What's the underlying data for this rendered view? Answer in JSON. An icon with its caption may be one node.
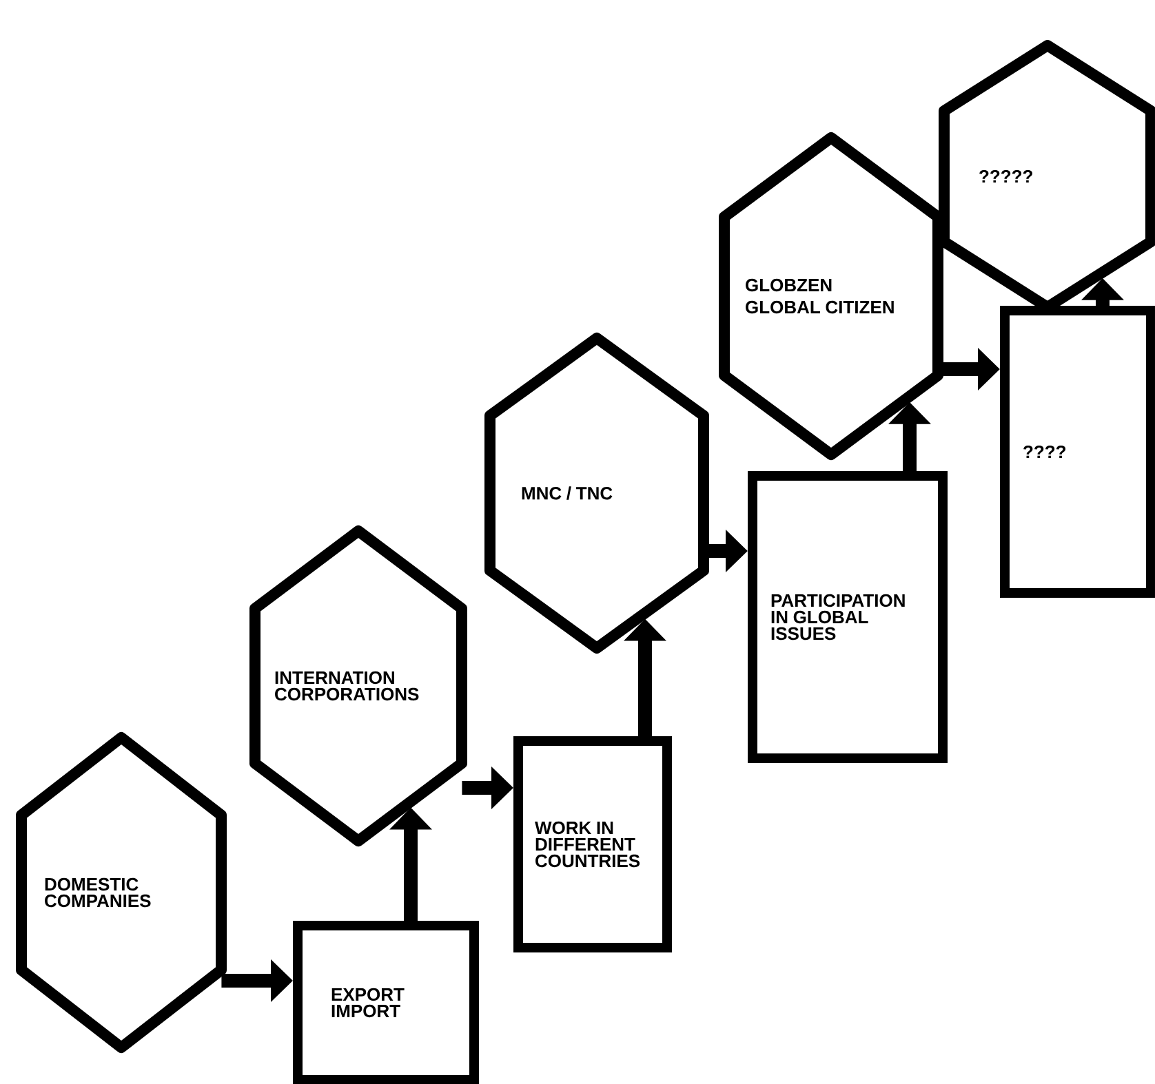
{
  "diagram": {
    "nodes": [
      {
        "text": [
          "DOMESTIC COMPANIES"
        ]
      },
      {
        "text": [
          "EXPORT IMPORT"
        ]
      },
      {
        "text": [
          "INTERNATION CORPORATIONS"
        ]
      },
      {
        "text": [
          "WORK IN DIFFERENT COUNTRIES"
        ]
      },
      {
        "text": [
          "MNC / TNC"
        ]
      },
      {
        "text": [
          "PARTICIPATION IN GLOBAL ISSUES"
        ]
      },
      {
        "text": [
          "GLOBZEN",
          "GLOBAL CITIZEN"
        ]
      },
      {
        "text": [
          "????"
        ]
      },
      {
        "text": [
          "?????"
        ]
      }
    ],
    "edges": [
      {
        "from": 0,
        "to": 1,
        "arrow": "to"
      },
      {
        "from": 1,
        "to": 2,
        "arrow": "to"
      },
      {
        "from": 2,
        "to": 3,
        "arrow": "to"
      },
      {
        "from": 3,
        "to": 4,
        "arrow": "to"
      },
      {
        "from": 4,
        "to": 5,
        "arrow": "to"
      },
      {
        "from": 5,
        "to": 6,
        "arrow": "to"
      },
      {
        "from": 6,
        "to": 7,
        "arrow": "to"
      },
      {
        "from": 7,
        "to": 8,
        "arrow": "to"
      }
    ]
  }
}
